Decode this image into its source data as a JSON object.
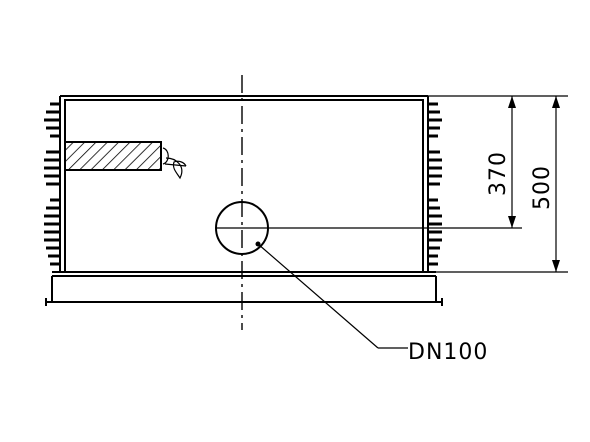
{
  "dimensions": {
    "inner_height_label": "370",
    "total_height_label": "500"
  },
  "callouts": {
    "pipe_label": "DN100"
  }
}
